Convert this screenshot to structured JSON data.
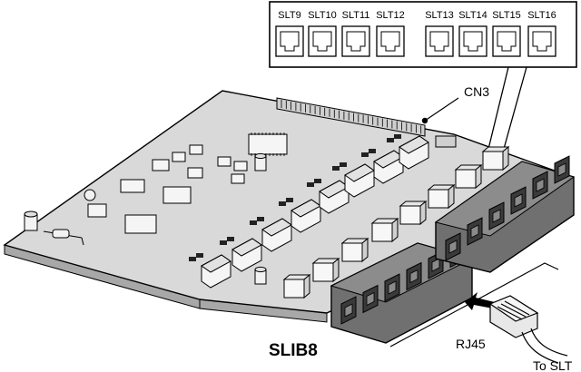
{
  "board_name": "SLIB8",
  "connector_label": "CN3",
  "jack_type_label": "RJ45",
  "destination_label": "To SLT",
  "port_labels": [
    "SLT9",
    "SLT10",
    "SLT11",
    "SLT12",
    "SLT13",
    "SLT14",
    "SLT15",
    "SLT16"
  ],
  "colors": {
    "board": "#d9d9d9",
    "board_edge": "#a8a8a8",
    "jack_block": "#707070",
    "outline": "#000000"
  }
}
